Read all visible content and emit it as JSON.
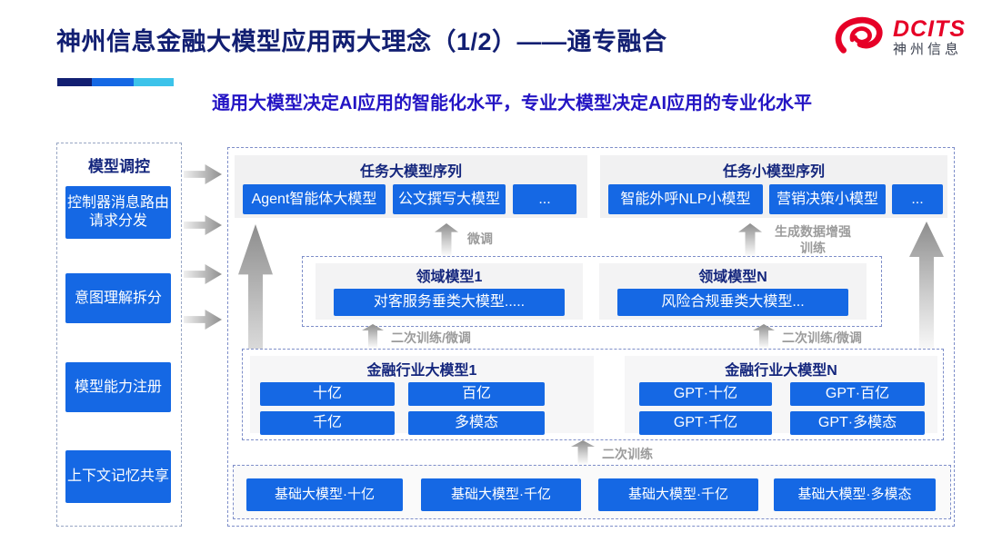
{
  "header": {
    "title": "神州信息金融大模型应用两大理念（1/2）——通专融合",
    "subtitle": "通用大模型决定AI应用的智能化水平，专业大模型决定AI应用的专业化水平",
    "logo": {
      "brand": "DCITS",
      "brand_cn": "神州信息"
    }
  },
  "sidebar": {
    "title": "模型调控",
    "items": [
      "控制器消息路由请求分发",
      "意图理解拆分",
      "模型能力注册",
      "上下文记忆共享"
    ]
  },
  "task_large": {
    "title": "任务大模型序列",
    "items": [
      "Agent智能体大模型",
      "公文撰写大模型",
      "..."
    ]
  },
  "task_small": {
    "title": "任务小模型序列",
    "items": [
      "智能外呼NLP小模型",
      "营销决策小模型",
      "..."
    ]
  },
  "labels": {
    "finetune": "微调",
    "gen_data": "生成数据增强训练",
    "second_train_finetune": "二次训练/微调",
    "second_train": "二次训练"
  },
  "domain": {
    "model1": {
      "title": "领域模型1",
      "item": "对客服务垂类大模型....."
    },
    "modelN": {
      "title": "领域模型N",
      "item": "风险合规垂类大模型..."
    }
  },
  "industry": {
    "model1": {
      "title": "金融行业大模型1",
      "items": [
        "十亿",
        "百亿",
        "千亿",
        "多模态"
      ]
    },
    "modelN": {
      "title": "金融行业大模型N",
      "items": [
        "GPT·十亿",
        "GPT·百亿",
        "GPT·千亿",
        "GPT·多模态"
      ]
    }
  },
  "foundation": {
    "items": [
      "基础大模型·十亿",
      "基础大模型·千亿",
      "基础大模型·千亿",
      "基础大模型·多模态"
    ]
  },
  "colors": {
    "accent_blue": "#1568e4",
    "navy_heading": "#14267d",
    "title_navy": "#121f72",
    "subtitle_blue": "#2415c4",
    "logo_red": "#e60027",
    "label_gray": "#9b9b9b"
  }
}
